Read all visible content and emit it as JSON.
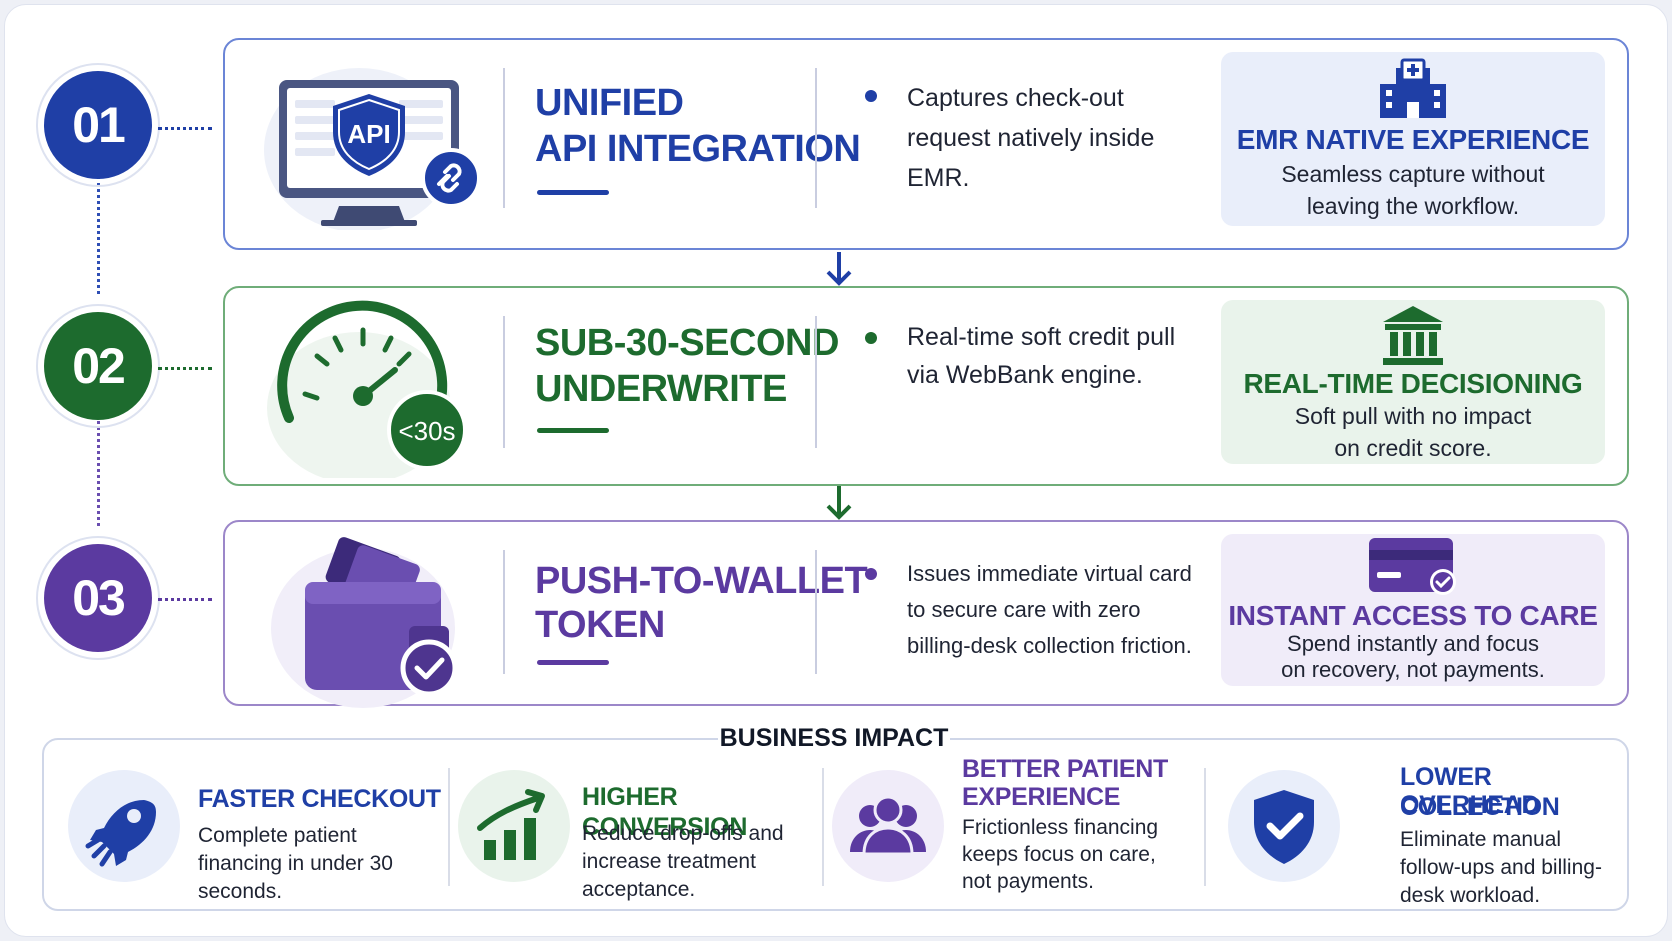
{
  "colors": {
    "blue": "#1f3fa6",
    "green": "#1d6b2e",
    "purple": "#5b3aa0"
  },
  "steps": [
    {
      "number": "01",
      "title_line1": "UNIFIED",
      "title_line2": "API INTEGRATION",
      "badge_text": "API",
      "bullet": "Captures check-out request natively inside EMR.",
      "panel_title": "EMR NATIVE EXPERIENCE",
      "panel_text_line1": "Seamless capture without",
      "panel_text_line2": "leaving the workflow.",
      "illustration": "computer-api-shield-icon",
      "panel_icon": "hospital-icon"
    },
    {
      "number": "02",
      "title_line1": "SUB-30-SECOND",
      "title_line2": "UNDERWRITE",
      "badge_text": "<30s",
      "bullet": "Real-time soft credit pull via WebBank engine.",
      "panel_title": "REAL-TIME DECISIONING",
      "panel_text_line1": "Soft pull with no impact",
      "panel_text_line2": "on credit score.",
      "illustration": "speedometer-icon",
      "panel_icon": "bank-icon"
    },
    {
      "number": "03",
      "title_line1": "PUSH-TO-WALLET",
      "title_line2": "TOKEN",
      "bullet": "Issues immediate virtual card to secure care with zero billing-desk collection friction.",
      "panel_title": "INSTANT ACCESS TO CARE",
      "panel_text_line1": "Spend instantly and focus",
      "panel_text_line2": "on recovery, not payments.",
      "illustration": "wallet-check-icon",
      "panel_icon": "credit-card-check-icon"
    }
  ],
  "impact": {
    "title": "BUSINESS IMPACT",
    "items": [
      {
        "title_line1": "FASTER CHECKOUT",
        "title_line2": "",
        "text": "Complete patient financing in under 30 seconds.",
        "icon": "rocket-icon"
      },
      {
        "title_line1": "HIGHER CONVERSION",
        "title_line2": "",
        "text": "Reduce drop-offs and increase treatment acceptance.",
        "icon": "growth-chart-icon"
      },
      {
        "title_line1": "BETTER PATIENT",
        "title_line2": "EXPERIENCE",
        "text": "Frictionless financing keeps focus on care, not payments.",
        "icon": "people-icon"
      },
      {
        "title_line1": "LOWER COLLECTION",
        "title_line2": "OVERHEAD",
        "text": "Eliminate manual follow-ups and billing-desk workload.",
        "icon": "shield-check-icon"
      }
    ]
  }
}
